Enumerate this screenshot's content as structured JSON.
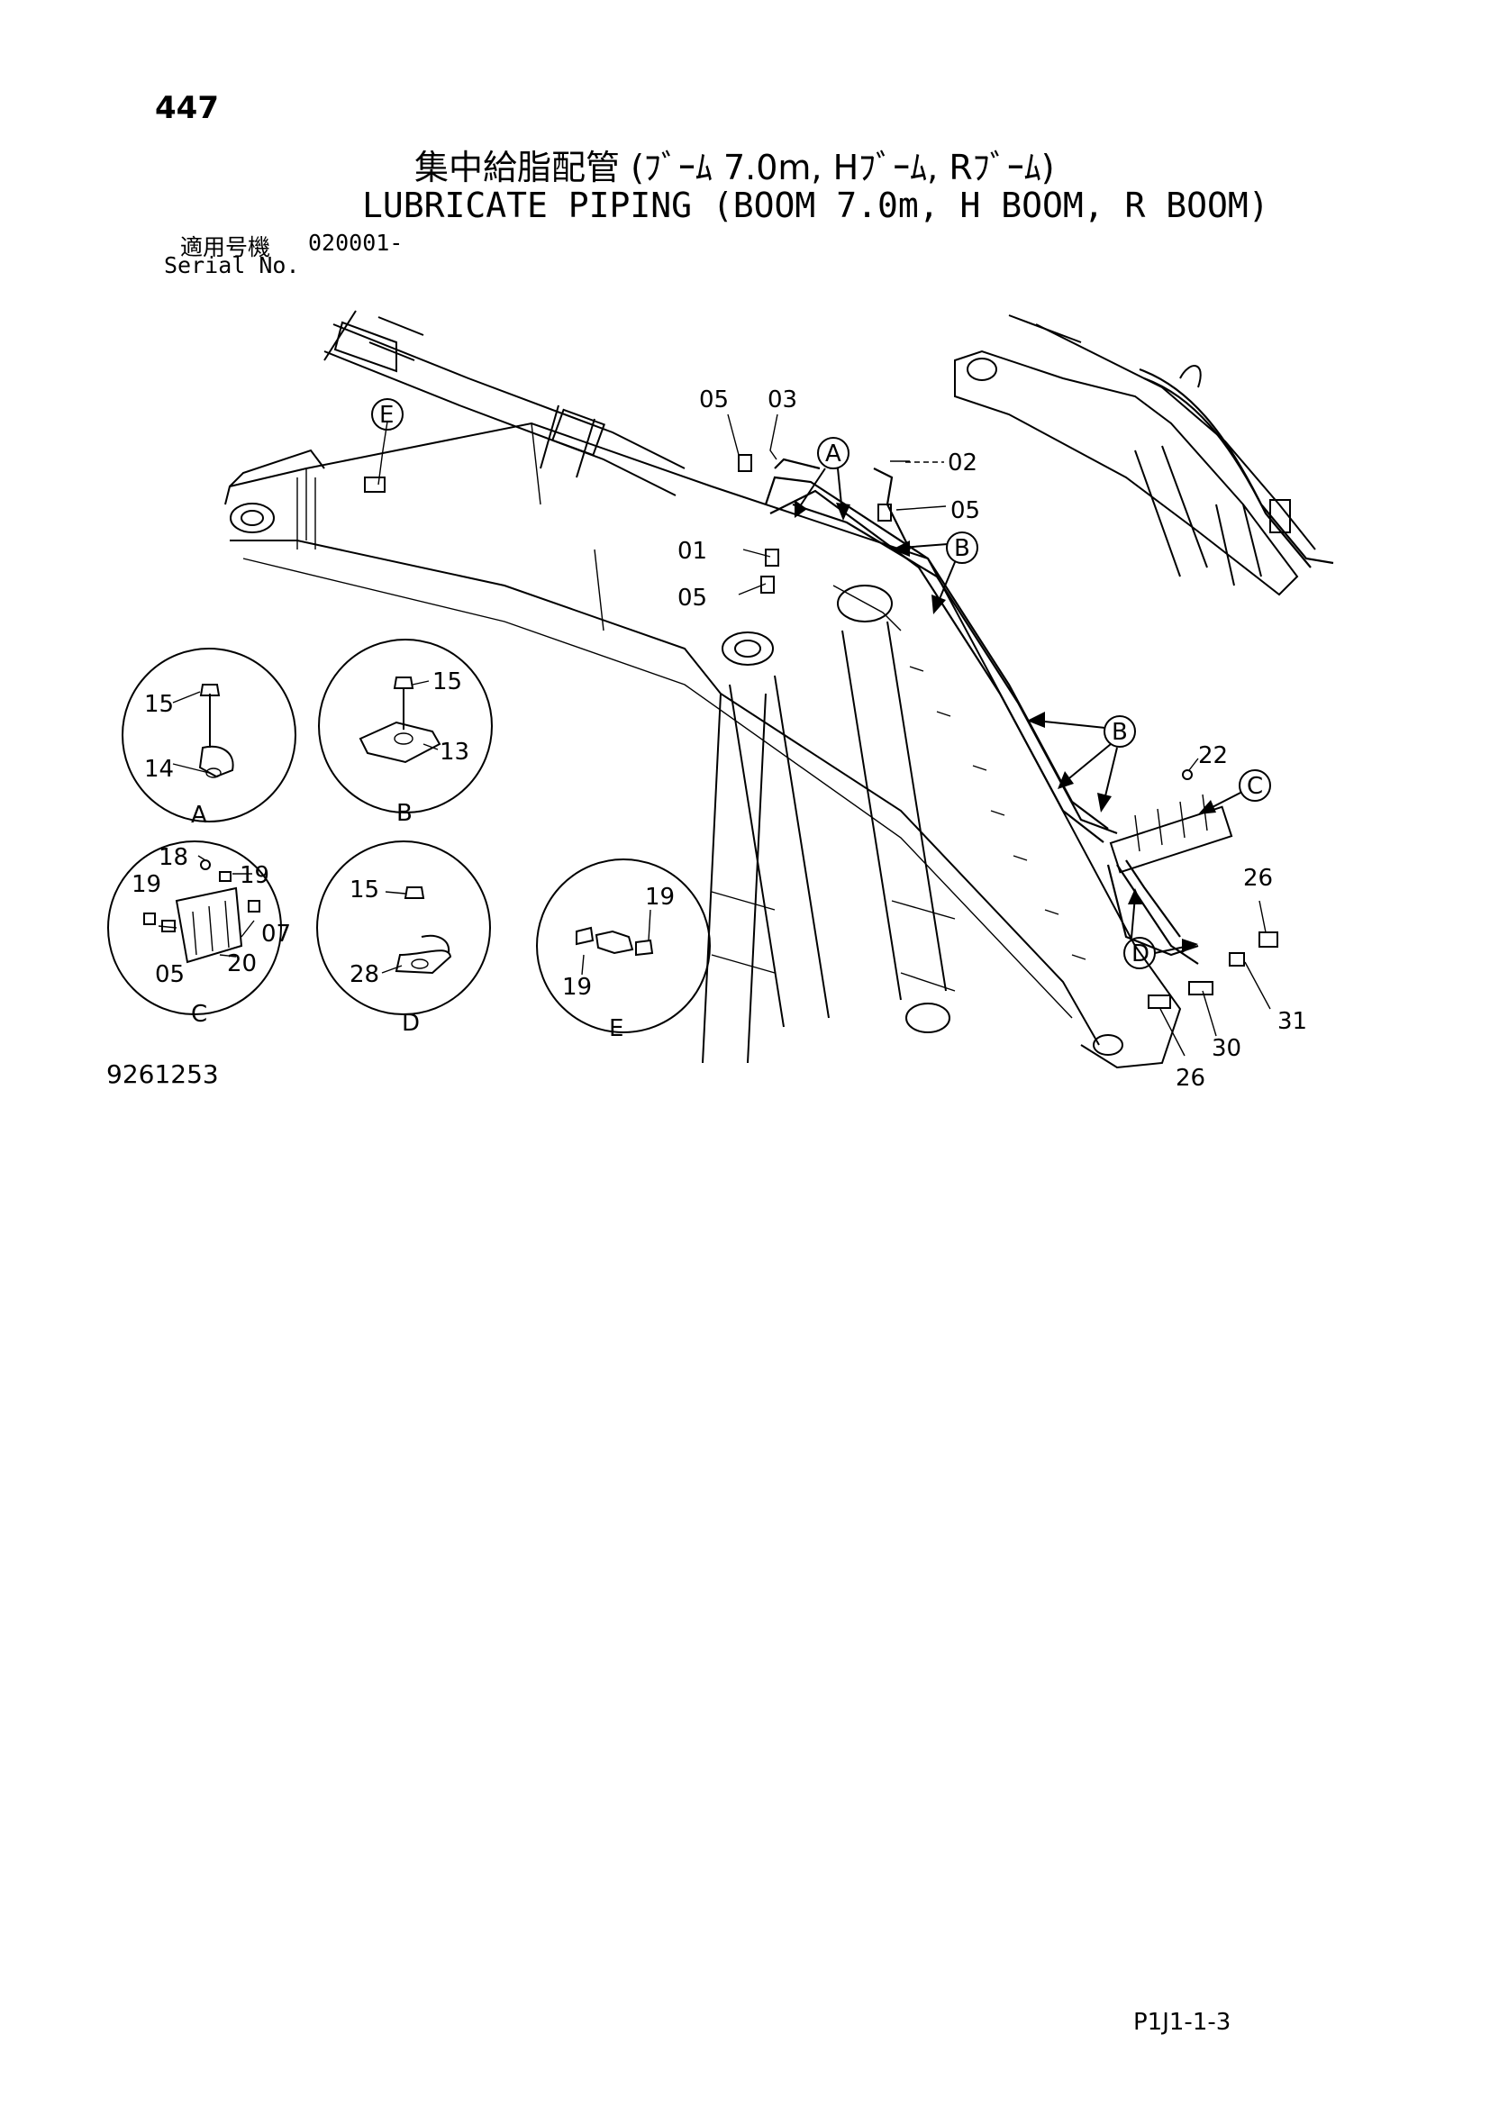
{
  "header": {
    "page_number": "447",
    "title_jp": "集中給脂配管 (ﾌﾞｰﾑ 7.0m, Hﾌﾞｰﾑ, Rﾌﾞｰﾑ)",
    "title_en": "LUBRICATE PIPING (BOOM 7.0m, H BOOM, R BOOM)",
    "serial_label_jp": "適用号機",
    "serial_value": "020001-",
    "serial_label_en": "Serial No."
  },
  "diagram": {
    "part_numbers": [
      "05",
      "03",
      "02",
      "05",
      "01",
      "05",
      "22",
      "26",
      "31",
      "30",
      "26"
    ],
    "detail_markers": [
      "A",
      "B",
      "B",
      "C",
      "D",
      "E"
    ],
    "details": [
      {
        "label": "A",
        "parts": [
          "15",
          "14"
        ]
      },
      {
        "label": "B",
        "parts": [
          "15",
          "13"
        ]
      },
      {
        "label": "C",
        "parts": [
          "18",
          "19",
          "19",
          "07",
          "05",
          "20"
        ]
      },
      {
        "label": "D",
        "parts": [
          "15",
          "28"
        ]
      },
      {
        "label": "E",
        "parts": [
          "19",
          "19"
        ]
      }
    ]
  },
  "footer": {
    "drawing_number": "9261253",
    "page_code": "P1J1-1-3"
  }
}
